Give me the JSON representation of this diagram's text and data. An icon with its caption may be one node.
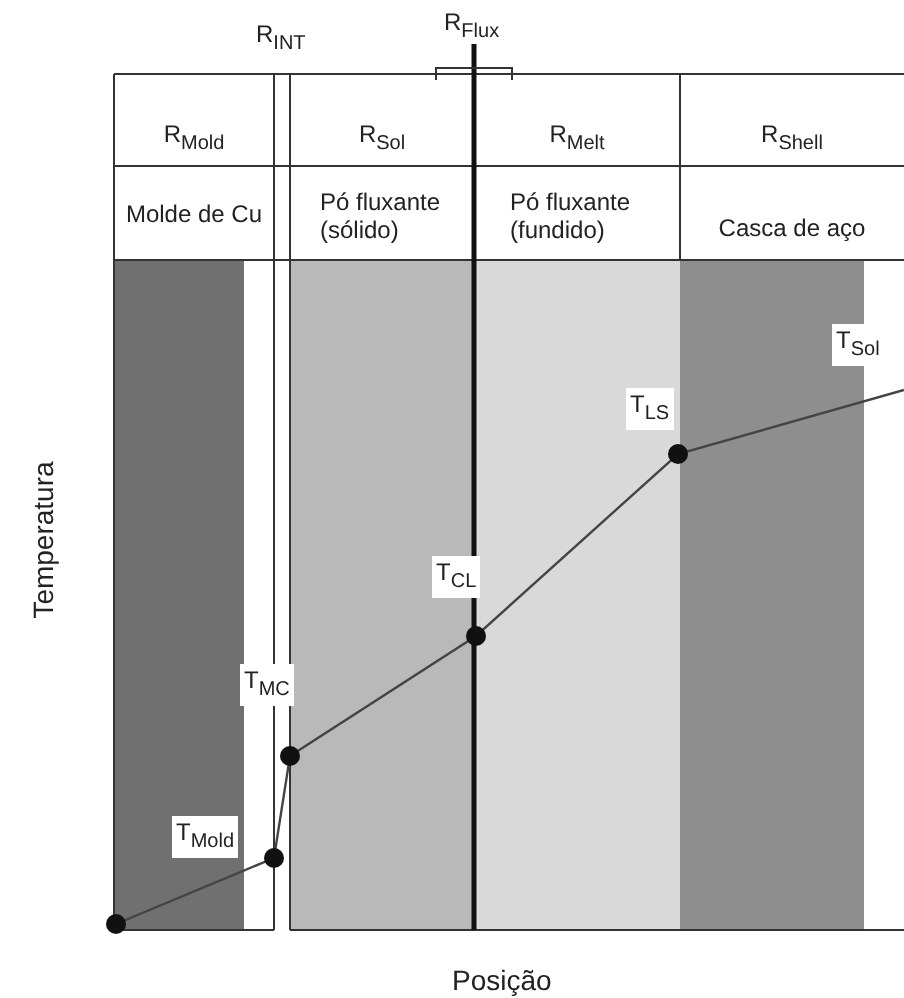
{
  "diagram": {
    "labels": [
      "R$_{INT}$",
      "R$_{Flux}$",
      "R$_{Mold}$",
      "R$_{Sol}$",
      "R$_{Melt}$",
      "R$_{Shell}$",
      "Molde de Cu",
      "Pó fluxante (sólido)",
      "Pó fluxante (fundido)",
      "Casca de aço",
      "T$_{Sol}$",
      "T$_{LS}$",
      "T$_{CL}$",
      "T$_{MC}$",
      "T$_{Mold}$",
      "Temperatura",
      "Posição"
    ]
  }
}
